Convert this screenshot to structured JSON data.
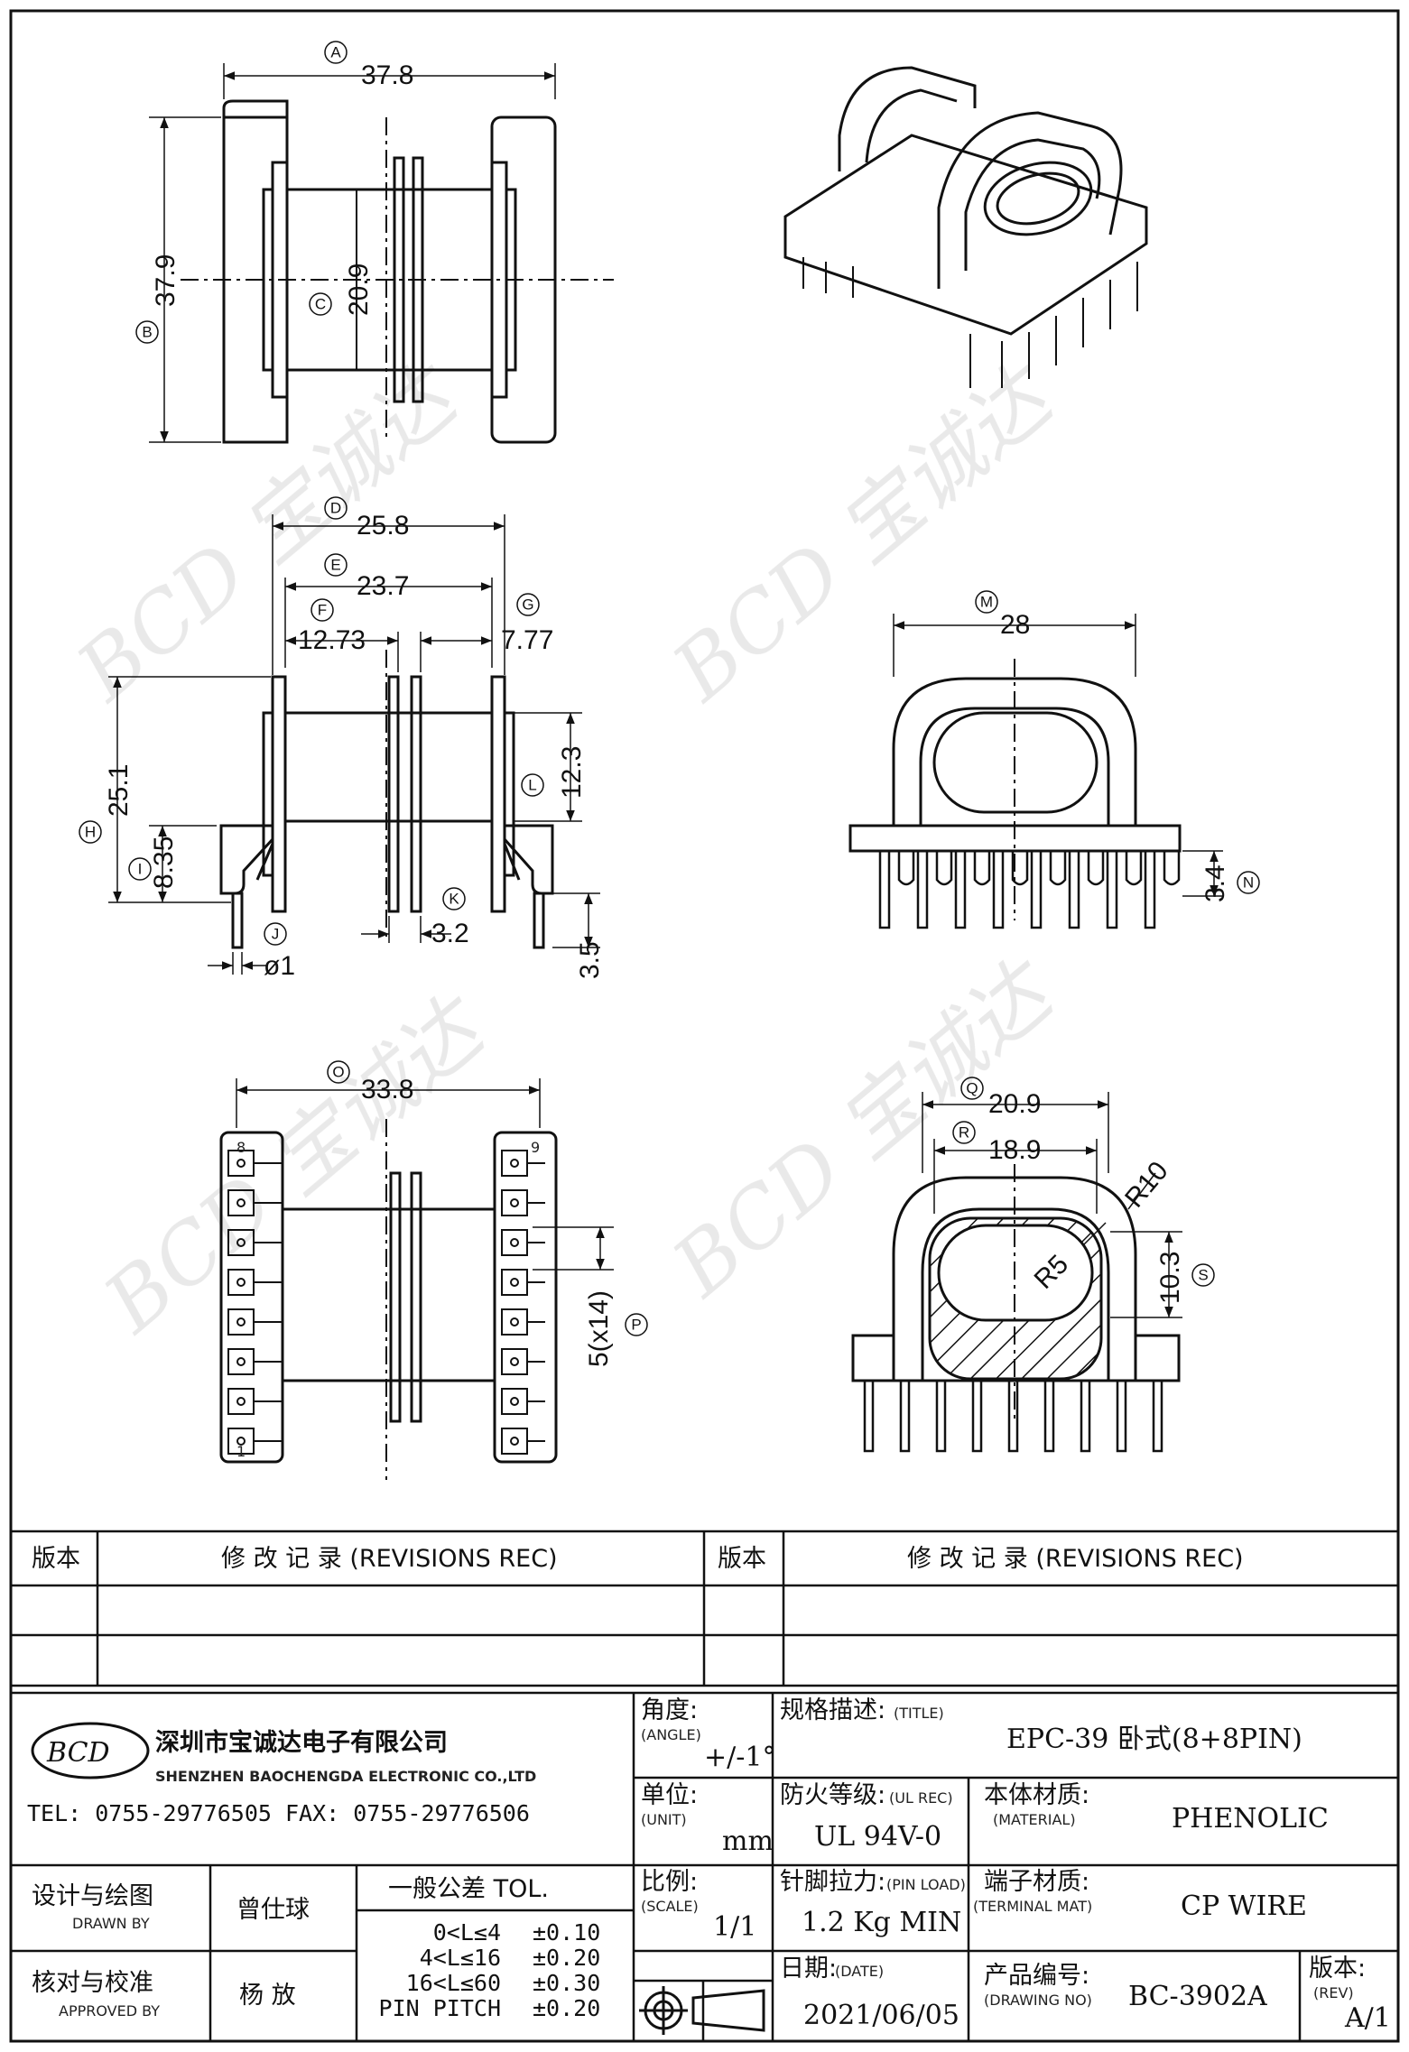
{
  "views": {
    "top": {
      "A": "37.8",
      "B": "37.9",
      "C": "20.9"
    },
    "side": {
      "D": "25.8",
      "E": "23.7",
      "F": "12.73",
      "G": "7.77",
      "H": "25.1",
      "I": "8.35",
      "J": "ø1",
      "K": "3.2",
      "L": "12.3",
      "extra": "3.5"
    },
    "front": {
      "M": "28",
      "N": "3.4"
    },
    "bottom": {
      "O": "33.8",
      "P": "5(x14)"
    },
    "section": {
      "Q": "20.9",
      "R": "18.9",
      "S": "10.3",
      "r10": "R10",
      "r5": "R5"
    },
    "pins": {
      "one": "1",
      "eight": "8",
      "nine": "9"
    }
  },
  "letters": [
    "A",
    "B",
    "C",
    "D",
    "E",
    "F",
    "G",
    "H",
    "I",
    "J",
    "K",
    "L",
    "M",
    "N",
    "O",
    "P",
    "Q",
    "R",
    "S"
  ],
  "title_block": {
    "rev_header": "版本",
    "rev_rec": "修 改 记 录 (REVISIONS REC)",
    "company_logo": "BCD",
    "company_cn": "深圳市宝诚达电子有限公司",
    "company_en": "SHENZHEN BAOCHENGDA ELECTRONIC CO.,LTD",
    "tel_fax": "TEL: 0755-29776505  FAX: 0755-29776506",
    "angle_label": "角度:",
    "angle_en": "(ANGLE)",
    "angle_value": "+/-1°",
    "title_label": "规格描述:",
    "title_en": "(TITLE)",
    "title_value": "EPC-39 卧式(8+8PIN)",
    "unit_label": "单位:",
    "unit_en": "(UNIT)",
    "unit_value": "mm",
    "ul_label": "防火等级:",
    "ul_en": "(UL REC)",
    "ul_value": "UL 94V-0",
    "material_label": "本体材质:",
    "material_en": "(MATERIAL)",
    "material_value": "PHENOLIC",
    "drawn_label": "设计与绘图",
    "drawn_en": "DRAWN BY",
    "drawn_value": "曾仕球",
    "tol_label": "一般公差 TOL.",
    "tol_rows": [
      {
        "range": "0<L≤4",
        "value": "±0.10"
      },
      {
        "range": "4<L≤16",
        "value": "±0.20"
      },
      {
        "range": "16<L≤60",
        "value": "±0.30"
      },
      {
        "range": "PIN PITCH",
        "value": "±0.20"
      }
    ],
    "scale_label": "比例:",
    "scale_en": "(SCALE)",
    "scale_value": "1/1",
    "pinload_label": "针脚拉力:",
    "pinload_en": "(PIN LOAD)",
    "pinload_value": "1.2 Kg MIN",
    "terminal_label": "端子材质:",
    "terminal_en": "(TERMINAL MAT)",
    "terminal_value": "CP WIRE",
    "approved_label": "核对与校准",
    "approved_en": "APPROVED BY",
    "approved_value": "杨 放",
    "date_label": "日期:",
    "date_en": "(DATE)",
    "date_value": "2021/06/05",
    "drawing_label": "产品编号:",
    "drawing_en": "(DRAWING NO)",
    "drawing_value": "BC-3902A",
    "rev_label": "版本:",
    "rev_en": "(REV)",
    "rev_value": "A/1"
  }
}
